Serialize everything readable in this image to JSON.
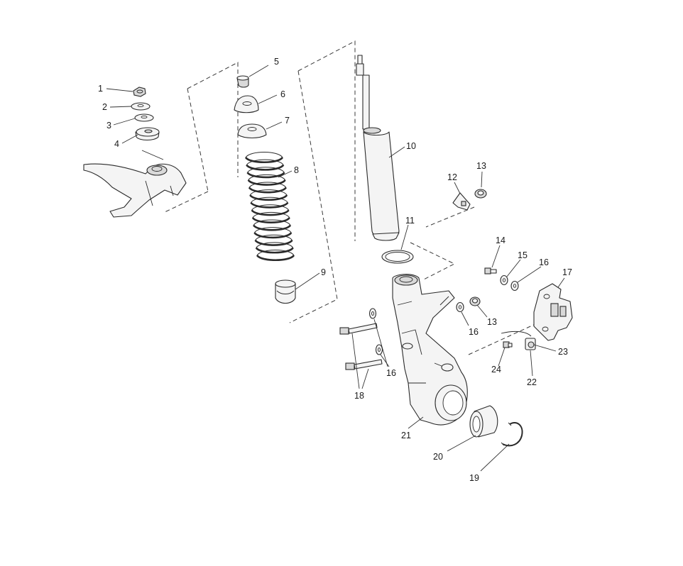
{
  "callouts": [
    {
      "id": "c1",
      "label": "1"
    },
    {
      "id": "c2",
      "label": "2"
    },
    {
      "id": "c3",
      "label": "3"
    },
    {
      "id": "c4",
      "label": "4"
    },
    {
      "id": "c5",
      "label": "5"
    },
    {
      "id": "c6",
      "label": "6"
    },
    {
      "id": "c7",
      "label": "7"
    },
    {
      "id": "c8",
      "label": "8"
    },
    {
      "id": "c9",
      "label": "9"
    },
    {
      "id": "c10",
      "label": "10"
    },
    {
      "id": "c11",
      "label": "11"
    },
    {
      "id": "c12",
      "label": "12"
    },
    {
      "id": "c13a",
      "label": "13"
    },
    {
      "id": "c13b",
      "label": "13"
    },
    {
      "id": "c14",
      "label": "14"
    },
    {
      "id": "c15",
      "label": "15"
    },
    {
      "id": "c16a",
      "label": "16"
    },
    {
      "id": "c16b",
      "label": "16"
    },
    {
      "id": "c16c",
      "label": "16"
    },
    {
      "id": "c17",
      "label": "17"
    },
    {
      "id": "c18",
      "label": "18"
    },
    {
      "id": "c19",
      "label": "19"
    },
    {
      "id": "c20",
      "label": "20"
    },
    {
      "id": "c21",
      "label": "21"
    },
    {
      "id": "c22",
      "label": "22"
    },
    {
      "id": "c23",
      "label": "23"
    },
    {
      "id": "c24",
      "label": "24"
    }
  ]
}
